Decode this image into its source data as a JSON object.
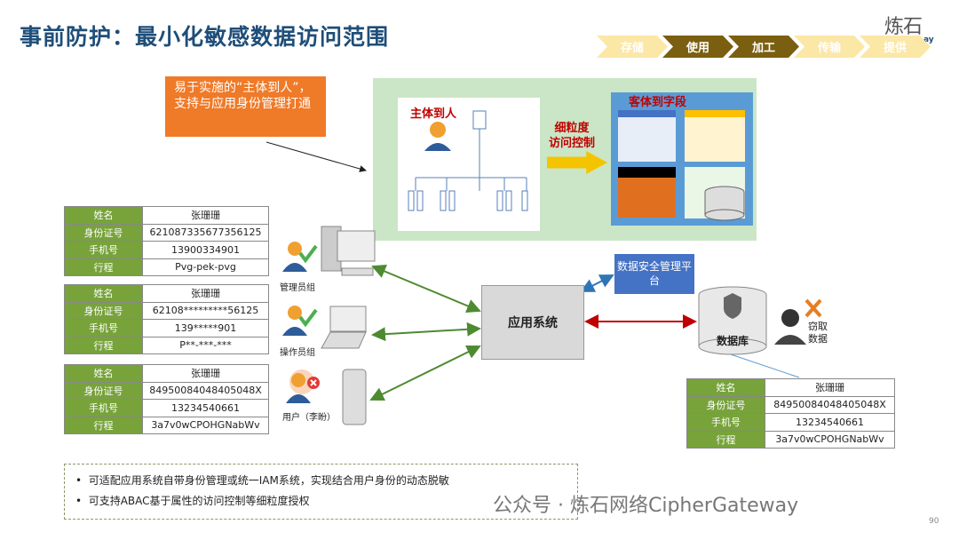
{
  "title": "事前防护：最小化敏感数据访问范围",
  "logo": {
    "text": "炼石",
    "sub": "ay"
  },
  "lifecycle": [
    {
      "label": "存储",
      "active": false
    },
    {
      "label": "使用",
      "active": true
    },
    {
      "label": "加工",
      "active": true
    },
    {
      "label": "传输",
      "active": false
    },
    {
      "label": "提供",
      "active": false
    }
  ],
  "callout": "易于实施的“主体到人”，支持与应用身份管理打通",
  "panel": {
    "subject": "主体到人",
    "fine": [
      "细粒度",
      "访问控制"
    ],
    "object": "客体到字段"
  },
  "tables": [
    {
      "rows": [
        [
          "姓名",
          "张珊珊"
        ],
        [
          "身份证号",
          "621087335677356125"
        ],
        [
          "手机号",
          "13900334901"
        ],
        [
          "行程",
          "Pvg-pek-pvg"
        ]
      ]
    },
    {
      "rows": [
        [
          "姓名",
          "张珊珊"
        ],
        [
          "身份证号",
          "62108*********56125"
        ],
        [
          "手机号",
          "139*****901"
        ],
        [
          "行程",
          "P**-***-***"
        ]
      ]
    },
    {
      "rows": [
        [
          "姓名",
          "张珊珊"
        ],
        [
          "身份证号",
          "84950084048405048X"
        ],
        [
          "手机号",
          "13234540661"
        ],
        [
          "行程",
          "3a7v0wCPOHGNabWv"
        ]
      ]
    },
    {
      "rows": [
        [
          "姓名",
          "张珊珊"
        ],
        [
          "身份证号",
          "84950084048405048X"
        ],
        [
          "手机号",
          "13234540661"
        ],
        [
          "行程",
          "3a7v0wCPOHGNabWv"
        ]
      ]
    }
  ],
  "roles": {
    "admin": "管理员组",
    "operator": "操作员组",
    "user": "用户（李盼）"
  },
  "app": "应用系统",
  "platform": "数据安全管理平台",
  "database": "数据库",
  "theft": "窃取数据",
  "notes": [
    "可适配应用系统自带身份管理或统一IAM系统，实现结合用户身份的动态脱敏",
    "可支持ABAC基于属性的访问控制等细粒度授权"
  ],
  "watermark": "公众号 · 炼石网络CipherGateway",
  "page": "90"
}
